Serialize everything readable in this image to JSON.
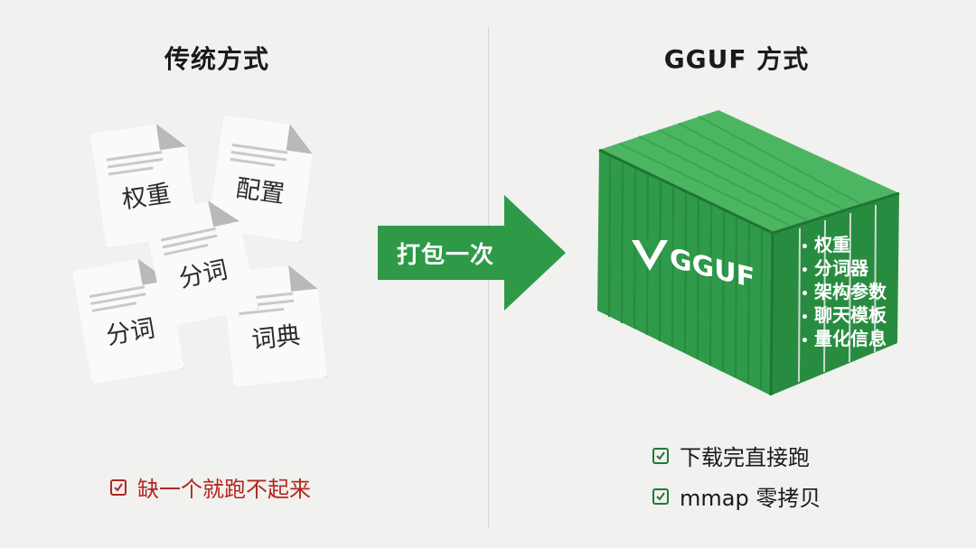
{
  "colors": {
    "accent_green": "#2e9a48",
    "container_green": "#36a14f",
    "warning_red": "#b3261e",
    "check_green": "#1f7a36",
    "background": "#f1f1ef"
  },
  "left": {
    "title": "传统方式",
    "documents": [
      "权重",
      "配置",
      "分词",
      "分词",
      "词典"
    ],
    "status": {
      "icon": "checkbox-icon",
      "text": "缺一个就跑不起来"
    }
  },
  "arrow": {
    "label": "打包一次",
    "icon": "right-arrow-icon"
  },
  "right": {
    "title": "GGUF 方式",
    "container": {
      "brand": "GGUF",
      "logo": "gguf-logo-icon",
      "contents": [
        "权重",
        "分词器",
        "架构参数",
        "聊天模板",
        "量化信息"
      ]
    },
    "statuses": [
      {
        "icon": "checkbox-icon",
        "text": "下载完直接跑"
      },
      {
        "icon": "checkbox-icon",
        "text": "mmap 零拷贝"
      }
    ]
  }
}
